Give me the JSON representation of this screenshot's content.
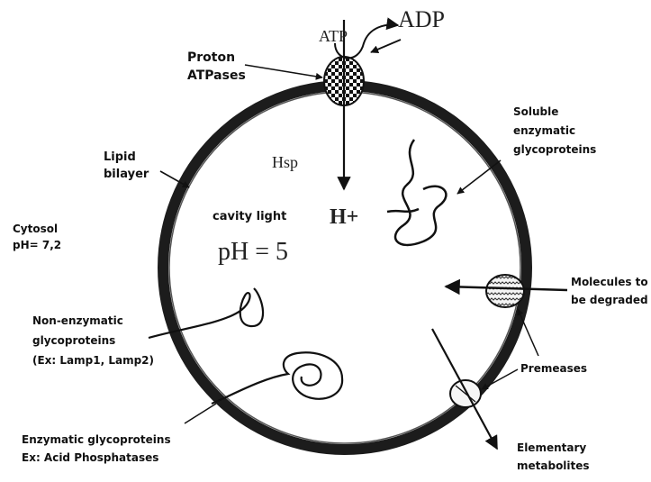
{
  "diagram": {
    "labels": {
      "atp": "ATP",
      "adp": "ADP",
      "proton_atpases": [
        "Proton",
        "ATPases"
      ],
      "lipid_bilayer": [
        "Lipid",
        "bilayer"
      ],
      "hsp": "Hsp",
      "h_plus": "H+",
      "cavity_light": "cavity light",
      "ph_inside": "pH = 5",
      "cytosol": [
        "Cytosol",
        "pH= 7,2"
      ],
      "soluble_enzymatic": [
        "Soluble",
        "enzymatic",
        "glycoproteins"
      ],
      "molecules_degraded": [
        "Molecules to",
        "be degraded"
      ],
      "premeases": "Premeases",
      "elementary_metabolites": [
        "Elementary",
        "metabolites"
      ],
      "non_enzymatic": [
        "Non-enzymatic",
        "glycoproteins",
        "(Ex: Lamp1, Lamp2)"
      ],
      "enzymatic_glyco": [
        "Enzymatic glycoproteins",
        "Ex: Acid Phosphatases"
      ]
    }
  }
}
